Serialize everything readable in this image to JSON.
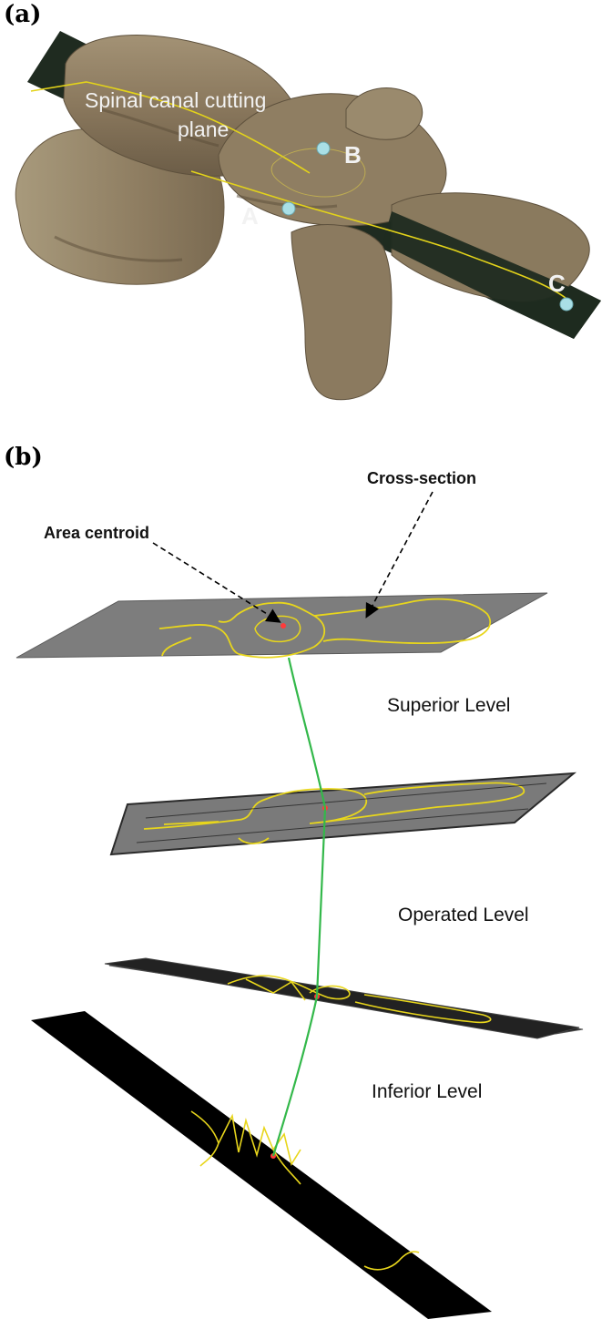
{
  "panel_a": {
    "label": "(a)",
    "plane_label_line1": "Spinal canal cutting",
    "plane_label_line2": "plane",
    "points": [
      "A",
      "B",
      "C"
    ]
  },
  "panel_b": {
    "label": "(b)",
    "cross_section_label": "Cross-section",
    "area_centroid_label": "Area centroid",
    "levels": [
      "Superior Level",
      "Operated Level",
      "Inferior Level"
    ]
  },
  "colors": {
    "bone": "#8c7a60",
    "bone_shadow": "#5e513d",
    "bone_highlight": "#b0a284",
    "plane_dark": "#1e2a1e",
    "contour_yellow": "#e3d31a",
    "marker": "#a9dfe6",
    "slice_gray": "#7a7a7a",
    "slice_black": "#000000",
    "centroid_line": "#33b84a"
  }
}
